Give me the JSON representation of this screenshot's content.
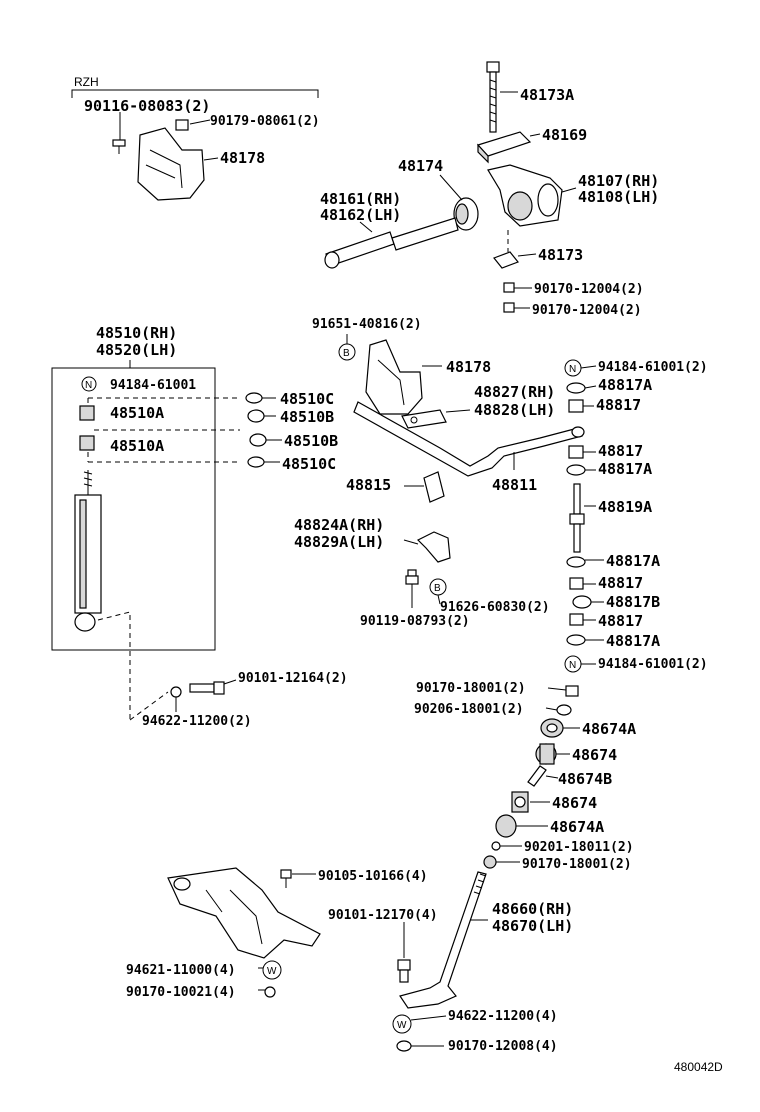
{
  "diagram_id": "480042D",
  "rzh_label": "RZH",
  "labels": {
    "l01": "90116-08083(2)",
    "l02": "90179-08061(2)",
    "l03": "48178",
    "l04": "48173A",
    "l05": "48169",
    "l06": "48174",
    "l07": "48107(RH)",
    "l08": "48108(LH)",
    "l09": "48161(RH)",
    "l10": "48162(LH)",
    "l11": "48173",
    "l12": "90170-12004(2)",
    "l13": "90170-12004(2)",
    "l14": "48510(RH)",
    "l15": "48520(LH)",
    "l16": "91651-40816(2)",
    "l17": "48178",
    "l18": "94184-61001(2)",
    "l19": "94184-61001",
    "l20": "48510C",
    "l21": "48827(RH)",
    "l22": "48817A",
    "l23": "48510A",
    "l24": "48510B",
    "l25": "48828(LH)",
    "l26": "48817",
    "l27": "48510B",
    "l28": "48510A",
    "l29": "48817",
    "l30": "48510C",
    "l31": "48817A",
    "l32": "48815",
    "l33": "48811",
    "l34": "48819A",
    "l35": "48824A(RH)",
    "l36": "48829A(LH)",
    "l37": "48817A",
    "l38": "48817",
    "l39": "91626-60830(2)",
    "l40": "48817B",
    "l41": "90119-08793(2)",
    "l42": "48817",
    "l43": "48817A",
    "l44": "94184-61001(2)",
    "l45": "90101-12164(2)",
    "l46": "90170-18001(2)",
    "l47": "94622-11200(2)",
    "l48": "90206-18001(2)",
    "l49": "48674A",
    "l50": "48674",
    "l51": "48674B",
    "l52": "48674",
    "l53": "48674A",
    "l54": "90201-18011(2)",
    "l55": "90170-18001(2)",
    "l56": "90105-10166(4)",
    "l57": "48660(RH)",
    "l58": "90101-12170(4)",
    "l59": "48670(LH)",
    "l60": "94621-11000(4)",
    "l61": "90170-10021(4)",
    "l62": "94622-11200(4)",
    "l63": "90170-12008(4)"
  },
  "symbols": {
    "b": "B",
    "n": "N",
    "w": "W"
  }
}
